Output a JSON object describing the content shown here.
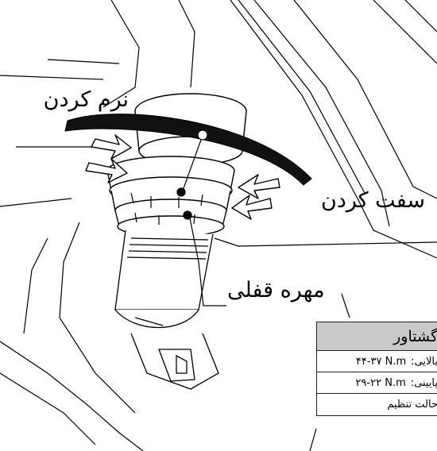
{
  "labels": {
    "soften": "نرم کردن",
    "tighten": "سفت کردن",
    "lock_nut": "مهره قفلی"
  },
  "torque_table": {
    "header": "گشتاور",
    "rows": [
      {
        "label": "بالایی:",
        "value": "۴۴-۳۷ N.m"
      },
      {
        "label": "پایینی:",
        "value": "۲۹-۲۲ N.m"
      },
      {
        "label": "حالت تنظیم",
        "value": ""
      }
    ]
  },
  "colors": {
    "ink": "#000000",
    "table_header_bg": "#c9c9c9",
    "background": "#ffffff"
  }
}
